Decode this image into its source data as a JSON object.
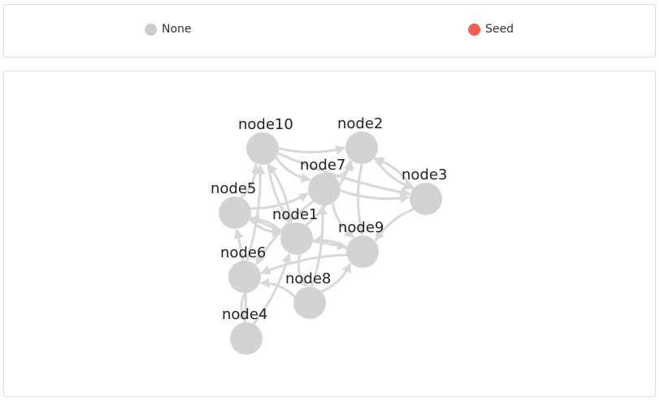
{
  "legend": {
    "items": [
      {
        "label": "None",
        "color": "#cccccc"
      },
      {
        "label": "Seed",
        "color": "#f4604b"
      }
    ]
  },
  "graph": {
    "node_color": "#d3d3d3",
    "edge_color": "#d8d8d8",
    "nodes": [
      {
        "id": "node10"
      },
      {
        "id": "node2"
      },
      {
        "id": "node7"
      },
      {
        "id": "node3"
      },
      {
        "id": "node5"
      },
      {
        "id": "node1"
      },
      {
        "id": "node9"
      },
      {
        "id": "node6"
      },
      {
        "id": "node8"
      },
      {
        "id": "node4"
      }
    ],
    "edges": [
      {
        "source": "node10",
        "target": "node2"
      },
      {
        "source": "node10",
        "target": "node7"
      },
      {
        "source": "node10",
        "target": "node3"
      },
      {
        "source": "node10",
        "target": "node1"
      },
      {
        "source": "node5",
        "target": "node10"
      },
      {
        "source": "node5",
        "target": "node7"
      },
      {
        "source": "node5",
        "target": "node1"
      },
      {
        "source": "node5",
        "target": "node9"
      },
      {
        "source": "node2",
        "target": "node3"
      },
      {
        "source": "node3",
        "target": "node2"
      },
      {
        "source": "node2",
        "target": "node9"
      },
      {
        "source": "node7",
        "target": "node2"
      },
      {
        "source": "node7",
        "target": "node3"
      },
      {
        "source": "node7",
        "target": "node9"
      },
      {
        "source": "node7",
        "target": "node6"
      },
      {
        "source": "node1",
        "target": "node10"
      },
      {
        "source": "node1",
        "target": "node2"
      },
      {
        "source": "node1",
        "target": "node5"
      },
      {
        "source": "node1",
        "target": "node8"
      },
      {
        "source": "node3",
        "target": "node9"
      },
      {
        "source": "node9",
        "target": "node6"
      },
      {
        "source": "node9",
        "target": "node1"
      },
      {
        "source": "node8",
        "target": "node7"
      },
      {
        "source": "node8",
        "target": "node6"
      },
      {
        "source": "node8",
        "target": "node9"
      },
      {
        "source": "node6",
        "target": "node10"
      },
      {
        "source": "node6",
        "target": "node4"
      },
      {
        "source": "node4",
        "target": "node1"
      },
      {
        "source": "node4",
        "target": "node5"
      }
    ]
  }
}
